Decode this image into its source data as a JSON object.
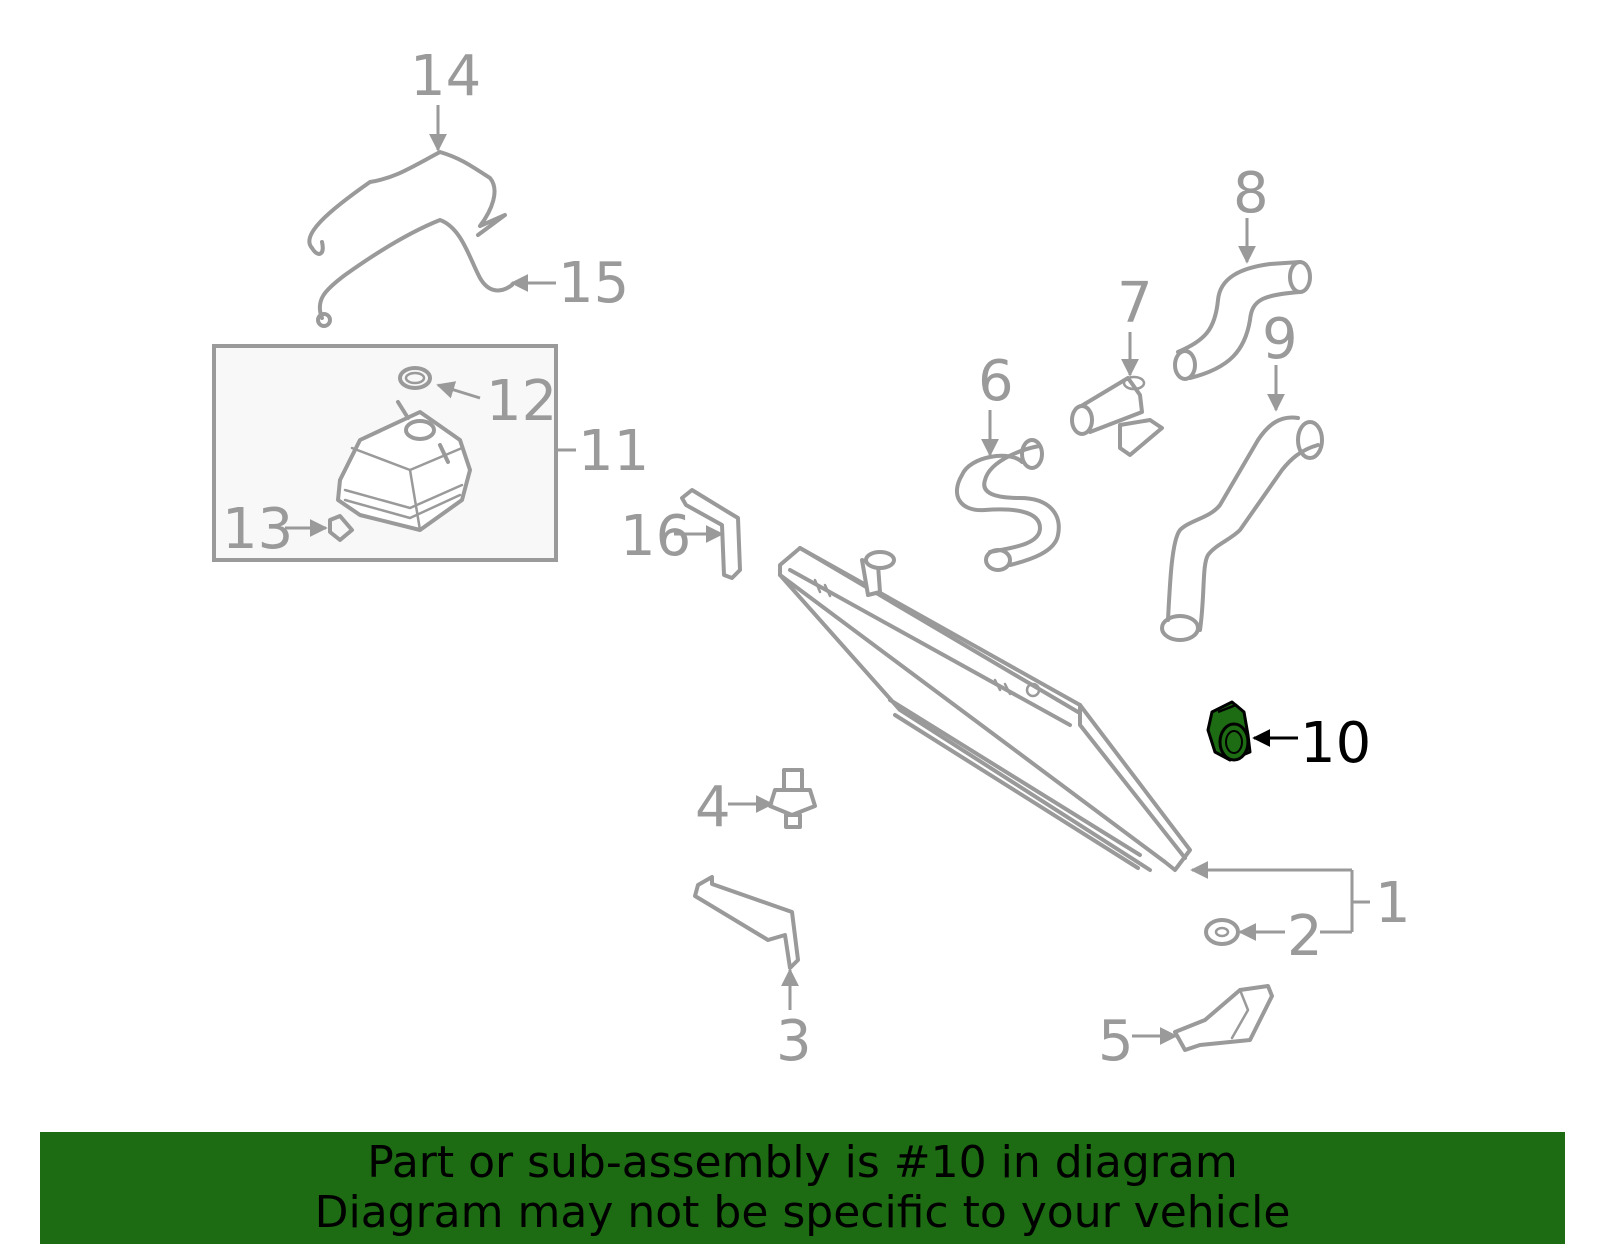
{
  "callouts": {
    "c1": "1",
    "c2": "2",
    "c3": "3",
    "c4": "4",
    "c5": "5",
    "c6": "6",
    "c7": "7",
    "c8": "8",
    "c9": "9",
    "c10": "10",
    "c11": "11",
    "c12": "12",
    "c13": "13",
    "c14": "14",
    "c15": "15",
    "c16": "16"
  },
  "highlighted_part": "10",
  "colors": {
    "highlight": "#1d6b13",
    "part_line": "#9a9a9a",
    "banner_bg": "#1d6b13"
  },
  "banner": {
    "line1": "Part or sub-assembly is #10 in diagram",
    "line2": "Diagram may not be specific to your vehicle"
  }
}
